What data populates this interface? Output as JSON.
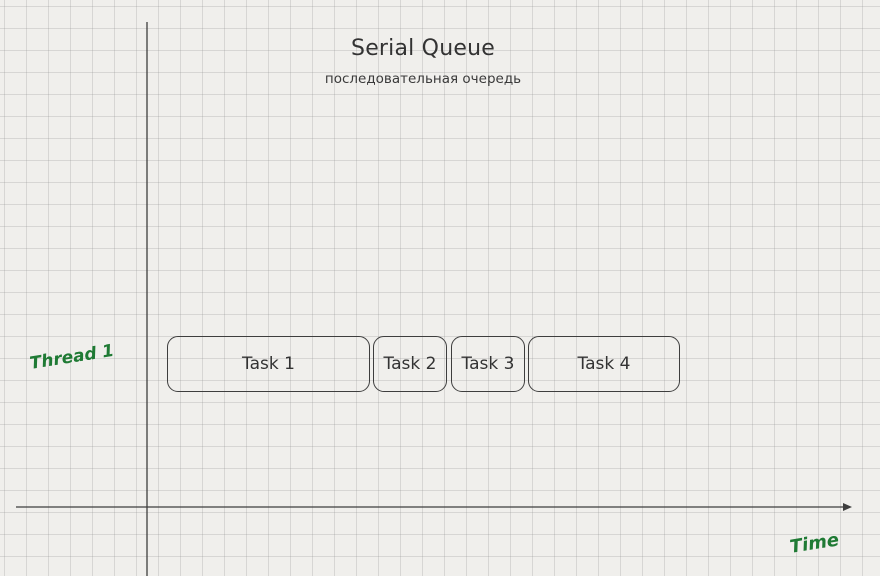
{
  "diagram": {
    "title": "Serial Queue",
    "subtitle": "последовательная очередь",
    "y_axis_label": "Thread 1",
    "x_axis_label": "Time",
    "tasks": [
      {
        "label": "Task 1"
      },
      {
        "label": "Task 2"
      },
      {
        "label": "Task 3"
      },
      {
        "label": "Task 4"
      }
    ],
    "colors": {
      "background": "#f0efec",
      "grid": "#c8c8c8",
      "lines": "#3e3e3e",
      "handwritten_labels": "#1f7a34"
    }
  }
}
